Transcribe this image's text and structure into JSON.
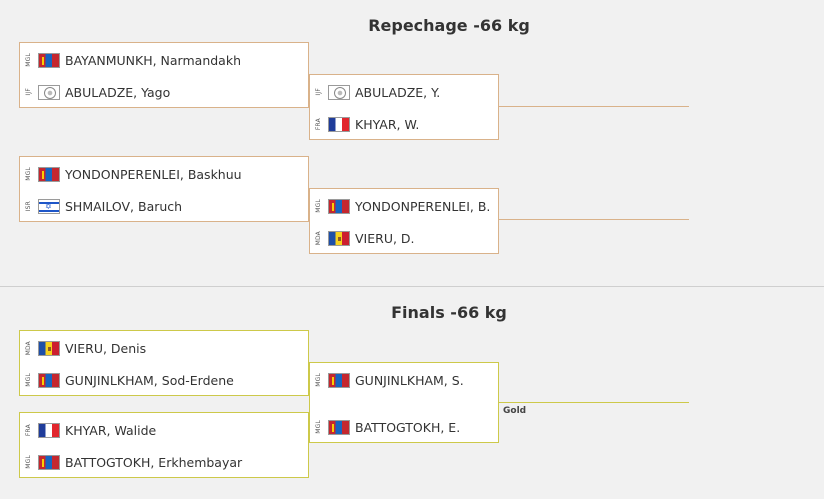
{
  "repechage": {
    "title": "Repechage -66 kg",
    "bout1": {
      "top": {
        "code": "MGL",
        "flag": "mgl",
        "name": "BAYANMUNKH, Narmandakh"
      },
      "bottom": {
        "code": "IJF",
        "flag": "ijf",
        "name": "ABULADZE, Yago"
      }
    },
    "bout2": {
      "top": {
        "code": "IJF",
        "flag": "ijf",
        "name": "ABULADZE, Y."
      },
      "bottom": {
        "code": "FRA",
        "flag": "fra",
        "name": "KHYAR, W."
      }
    },
    "bout3": {
      "top": {
        "code": "MGL",
        "flag": "mgl",
        "name": "YONDONPERENLEI, Baskhuu"
      },
      "bottom": {
        "code": "ISR",
        "flag": "isr",
        "name": "SHMAILOV, Baruch"
      }
    },
    "bout4": {
      "top": {
        "code": "MGL",
        "flag": "mgl",
        "name": "YONDONPERENLEI, B."
      },
      "bottom": {
        "code": "MDA",
        "flag": "mda",
        "name": "VIERU, D."
      }
    }
  },
  "finals": {
    "title": "Finals -66 kg",
    "bout1": {
      "top": {
        "code": "MDA",
        "flag": "mda",
        "name": "VIERU, Denis"
      },
      "bottom": {
        "code": "MGL",
        "flag": "mgl",
        "name": "GUNJINLKHAM, Sod-Erdene"
      }
    },
    "bout2": {
      "top": {
        "code": "FRA",
        "flag": "fra",
        "name": "KHYAR, Walide"
      },
      "bottom": {
        "code": "MGL",
        "flag": "mgl",
        "name": "BATTOGTOKH, Erkhembayar"
      }
    },
    "final": {
      "top": {
        "code": "MGL",
        "flag": "mgl",
        "name": "GUNJINLKHAM, S."
      },
      "bottom": {
        "code": "MGL",
        "flag": "mgl",
        "name": "BATTOGTOKH, E."
      }
    },
    "medal_label": "Gold"
  },
  "colors": {
    "repechage_border": "#d9b28a",
    "finals_border": "#cdc94a",
    "background": "#f1f1f1"
  }
}
